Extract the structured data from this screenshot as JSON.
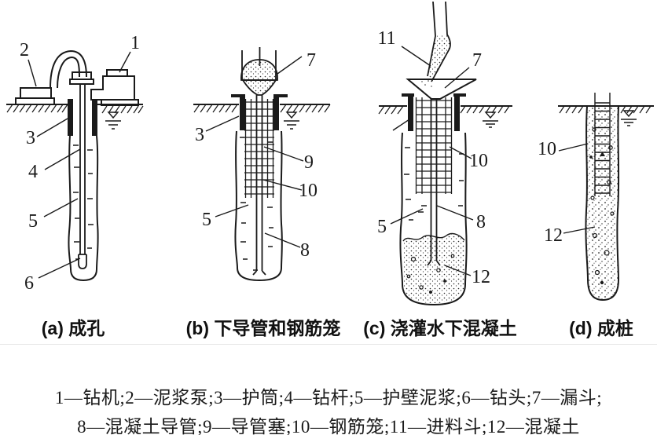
{
  "panels": [
    {
      "key": "a",
      "caption": "(a) 成孔",
      "labels": [
        "2",
        "1",
        "3",
        "4",
        "5",
        "6"
      ]
    },
    {
      "key": "b",
      "caption": "(b) 下导管和钢筋笼",
      "labels": [
        "7",
        "3",
        "9",
        "10",
        "5",
        "8"
      ]
    },
    {
      "key": "c",
      "caption": "(c) 浇灌水下混凝土",
      "labels": [
        "11",
        "7",
        "10",
        "8",
        "5",
        "12"
      ]
    },
    {
      "key": "d",
      "caption": "(d) 成桩",
      "labels": [
        "10",
        "12"
      ]
    }
  ],
  "legend": {
    "line1": "1—钻机;2—泥浆泵;3—护筒;4—钻杆;5—护壁泥浆;6—钻头;7—漏斗;",
    "line2": "8—混凝土导管;9—导管塞;10—钢筋笼;11—进料斗;12—混凝土"
  },
  "colors": {
    "ink": "#1a1a1a",
    "background": "#ffffff"
  }
}
